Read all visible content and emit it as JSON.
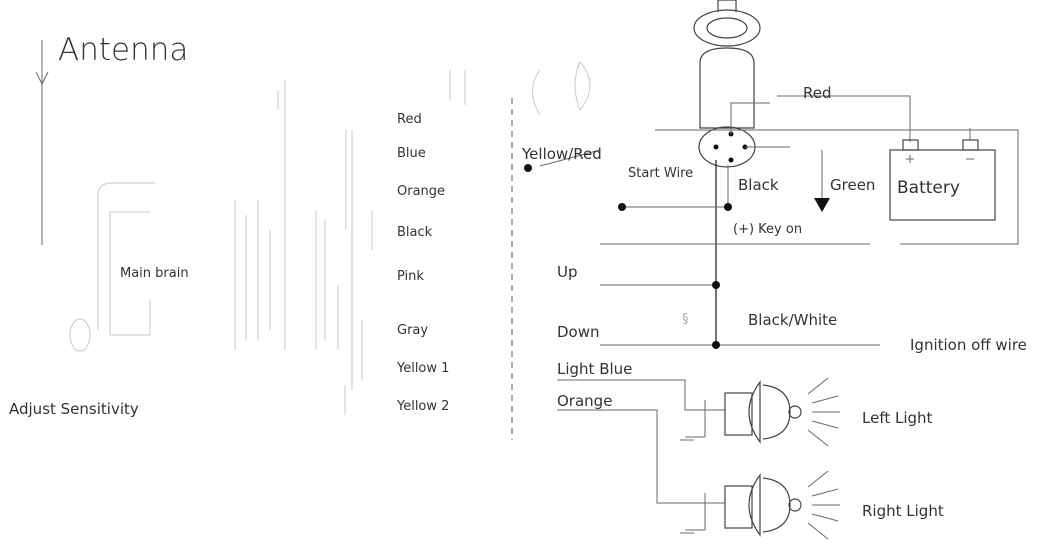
{
  "labels": {
    "antenna": "Antenna",
    "main_brain": "Main brain",
    "adjust_sensitivity": "Adjust Sensitivity",
    "wire_red": "Red",
    "wire_blue": "Blue",
    "wire_orange": "Orange",
    "wire_black": "Black",
    "wire_pink": "Pink",
    "wire_gray": "Gray",
    "wire_yellow1": "Yellow 1",
    "wire_yellow2": "Yellow 2",
    "yellow_red": "Yellow/Red",
    "start_wire": "Start Wire",
    "black": "Black",
    "red": "Red",
    "green": "Green",
    "battery": "Battery",
    "key_on": "(+) Key on",
    "up": "Up",
    "down": "Down",
    "black_white": "Black/White",
    "ignition_off_wire": "Ignition off wire",
    "light_blue": "Light Blue",
    "orange": "Orange",
    "left_light": "Left Light",
    "right_light": "Right Light"
  }
}
